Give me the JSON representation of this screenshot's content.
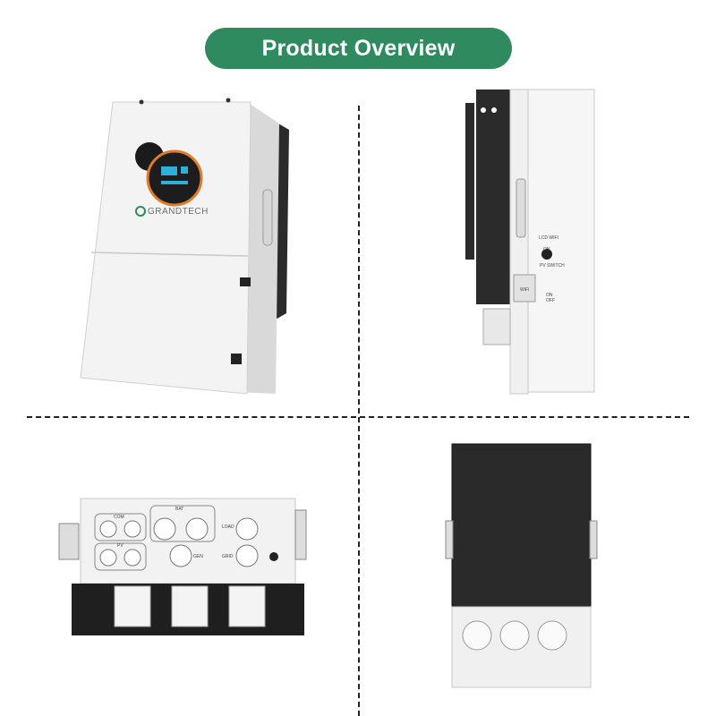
{
  "header": {
    "title": "Product Overview"
  },
  "brand": {
    "logo_text": "GRANDTECH"
  },
  "side_view": {
    "labels": [
      "LCD WIFI",
      "ON",
      "PV SWITCH",
      "WiFi",
      "ON",
      "OFF"
    ]
  },
  "bottom_view": {
    "port_labels": {
      "com": "COM",
      "bat": "BAT",
      "pv": "PV",
      "load": "LOAD",
      "gen": "GEN",
      "grid": "GRID"
    }
  },
  "colors": {
    "accent": "#2f8a60",
    "body": "#f1f1f1",
    "dark_panel": "#2a2a2a"
  }
}
